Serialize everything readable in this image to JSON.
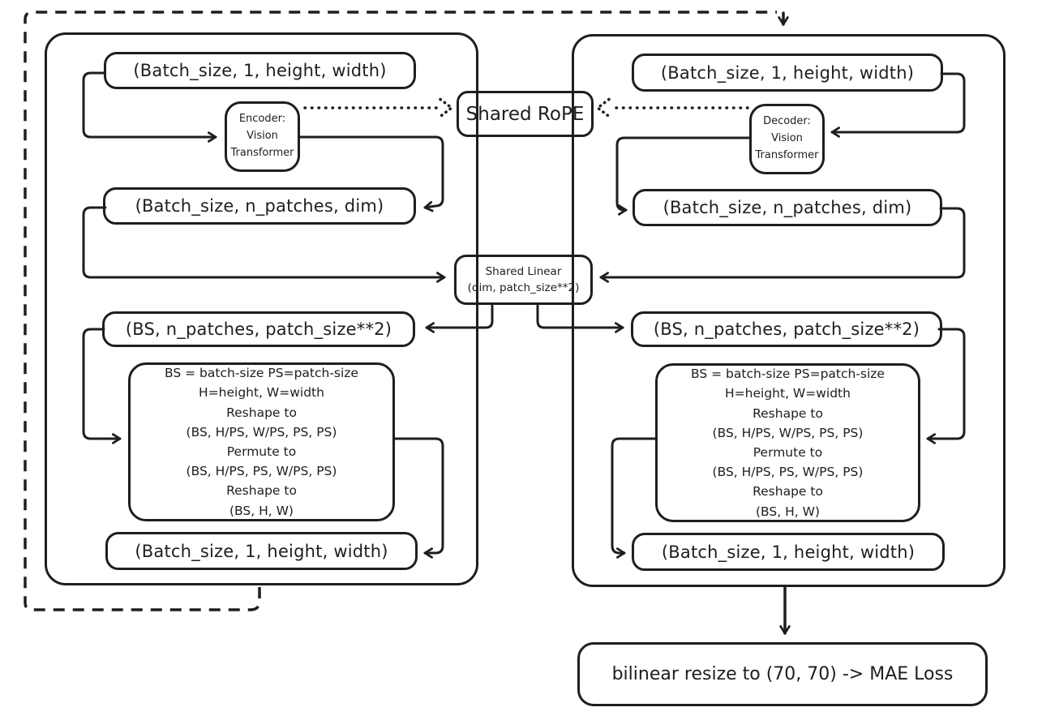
{
  "colors": {
    "stroke": "#1e1e1e",
    "background": "#ffffff"
  },
  "left_pipeline": {
    "input_shape": "(Batch_size, 1, height, width)",
    "encoder_lines": [
      "Encoder:",
      "Vision",
      "Transformer"
    ],
    "tokens_shape": "(Batch_size, n_patches, dim)",
    "projected_shape": "(BS, n_patches, patch_size**2)",
    "reshape_steps": [
      "BS = batch-size PS=patch-size",
      "H=height, W=width",
      "Reshape to",
      "(BS, H/PS, W/PS, PS, PS)",
      "Permute to",
      "(BS, H/PS, PS, W/PS, PS)",
      "Reshape to",
      "(BS, H, W)"
    ],
    "output_shape": "(Batch_size, 1, height, width)"
  },
  "right_pipeline": {
    "input_shape": "(Batch_size, 1, height, width)",
    "decoder_lines": [
      "Decoder:",
      "Vision",
      "Transformer"
    ],
    "tokens_shape": "(Batch_size, n_patches, dim)",
    "projected_shape": "(BS, n_patches, patch_size**2)",
    "reshape_steps": [
      "BS = batch-size PS=patch-size",
      "H=height, W=width",
      "Reshape to",
      "(BS, H/PS, W/PS, PS, PS)",
      "Permute to",
      "(BS, H/PS, PS, W/PS, PS)",
      "Reshape to",
      "(BS, H, W)"
    ],
    "output_shape": "(Batch_size, 1, height, width)"
  },
  "shared": {
    "rope_label": "Shared RoPE",
    "linear_lines": [
      "Shared Linear",
      "(dim, patch_size**2)"
    ]
  },
  "loss_label": "bilinear resize to (70, 70) -> MAE Loss"
}
